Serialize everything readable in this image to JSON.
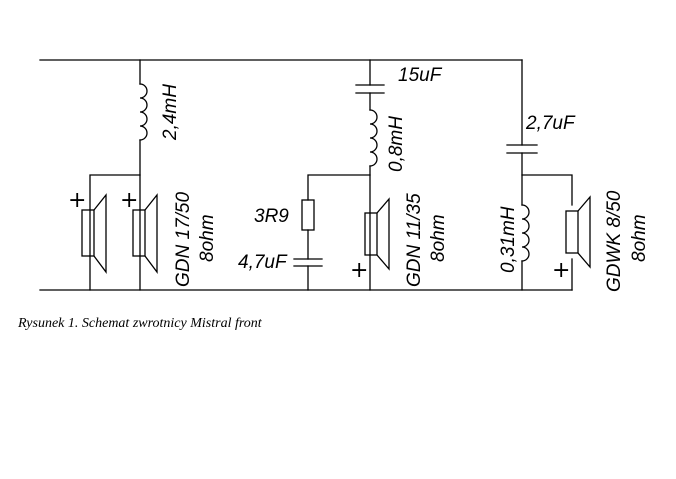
{
  "labels": {
    "inductor_woofer": "2,4mH",
    "capacitor_mid_series": "15uF",
    "inductor_mid": "0,8mH",
    "resistor_zobel": "3R9",
    "capacitor_zobel": "4,7uF",
    "capacitor_tweeter": "2,7uF",
    "inductor_tweeter": "0,31mH"
  },
  "drivers": {
    "woofer": {
      "model": "GDN 17/50",
      "impedance": "8ohm",
      "polarity": "+"
    },
    "mid": {
      "model": "GDN 11/35",
      "impedance": "8ohm",
      "polarity": "+"
    },
    "tweeter": {
      "model": "GDWK 8/50",
      "impedance": "8ohm",
      "polarity": "+"
    }
  },
  "caption": "Rysunek 1. Schemat zwrotnicy Mistral front"
}
